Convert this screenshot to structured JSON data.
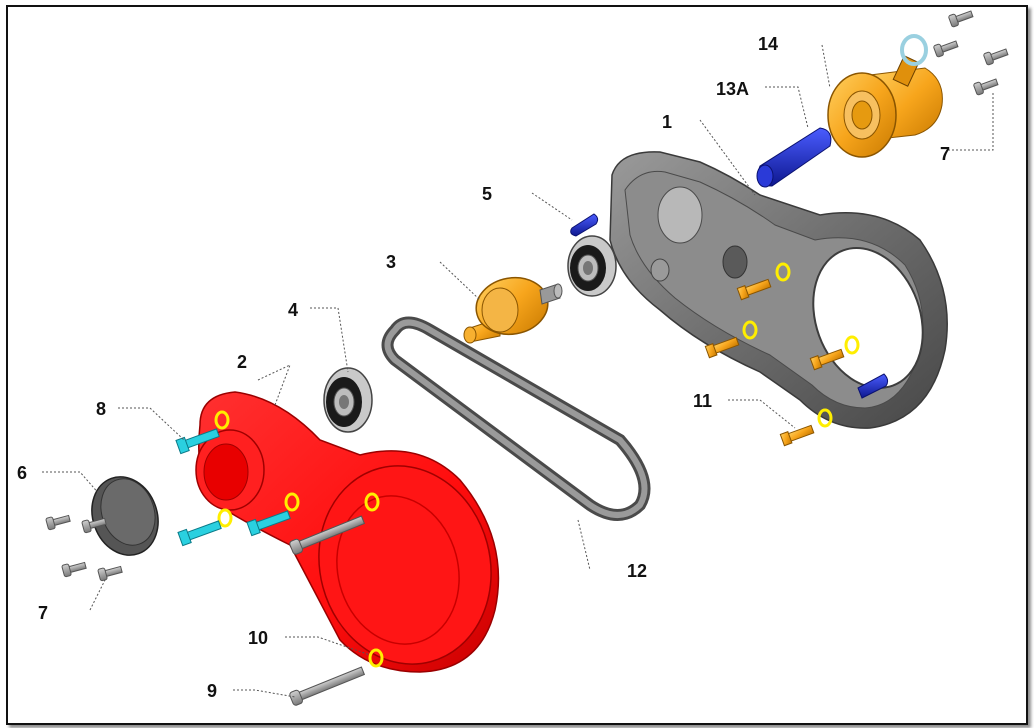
{
  "parts": [
    {
      "id": "p1",
      "label": "1"
    },
    {
      "id": "p2",
      "label": "2"
    },
    {
      "id": "p3",
      "label": "3"
    },
    {
      "id": "p4",
      "label": "4"
    },
    {
      "id": "p5",
      "label": "5"
    },
    {
      "id": "p6",
      "label": "6"
    },
    {
      "id": "p7a",
      "label": "7"
    },
    {
      "id": "p7b",
      "label": "7"
    },
    {
      "id": "p8",
      "label": "8"
    },
    {
      "id": "p9",
      "label": "9"
    },
    {
      "id": "p10",
      "label": "10"
    },
    {
      "id": "p11",
      "label": "11"
    },
    {
      "id": "p12",
      "label": "12"
    },
    {
      "id": "p13a",
      "label": "13A"
    },
    {
      "id": "p14",
      "label": "14"
    }
  ],
  "colors": {
    "cover_red": "#ff0d0d",
    "housing_gray": "#6e6e6e",
    "pulley_orange": "#f7a51c",
    "pin_blue": "#1e2fd8",
    "bolt_cyan": "#2ad0e0",
    "washer_yellow": "#ffee00",
    "bolt_orange": "#f59b18",
    "screw_gray": "#a6a6a6"
  }
}
